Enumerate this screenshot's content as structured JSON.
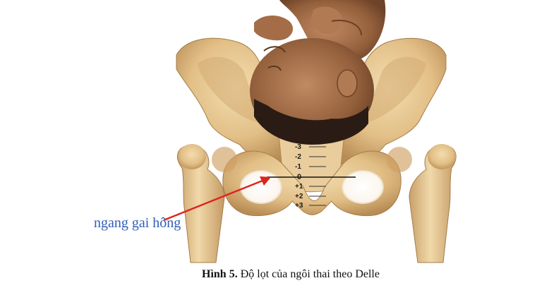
{
  "figure": {
    "annotation": "ngang gai hông",
    "caption_label": "Hình 5.",
    "caption_text": " Độ lọt của ngôi thai theo Delle",
    "stations": [
      "-3",
      "-2",
      "-1",
      "0",
      "+1",
      "+2",
      "+3"
    ],
    "colors": {
      "bone": "#e6c58f",
      "bone_shadow": "#b58a52",
      "skin": "#9a6440",
      "hair": "#2a1c14",
      "arrow": "#e0241b",
      "annotation_text": "#2e5fb7"
    }
  }
}
